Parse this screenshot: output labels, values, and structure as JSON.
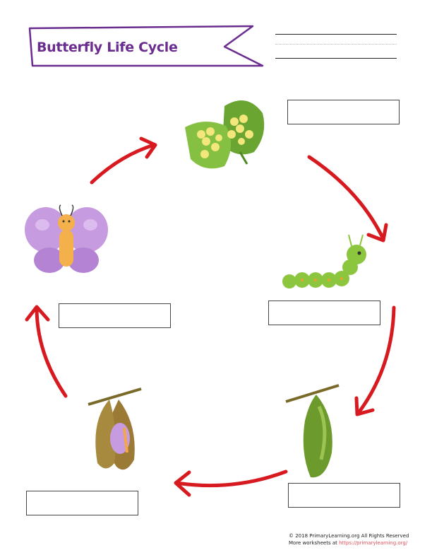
{
  "worksheet": {
    "title": "Butterfly Life Cycle",
    "stages": [
      {
        "icon": "eggs-on-leaves-icon",
        "answer": ""
      },
      {
        "icon": "caterpillar-icon",
        "answer": ""
      },
      {
        "icon": "chrysalis-icon",
        "answer": ""
      },
      {
        "icon": "emerging-butterfly-icon",
        "answer": ""
      },
      {
        "icon": "butterfly-icon",
        "answer": ""
      }
    ],
    "colors": {
      "title": "#6a2c8e",
      "arrow": "#d71920"
    }
  },
  "footer": {
    "copyright": "© 2018 PrimaryLearning.org All Rights Reserved",
    "more_prefix": "More worksheets at ",
    "link": "https://primarylearning.org/"
  }
}
